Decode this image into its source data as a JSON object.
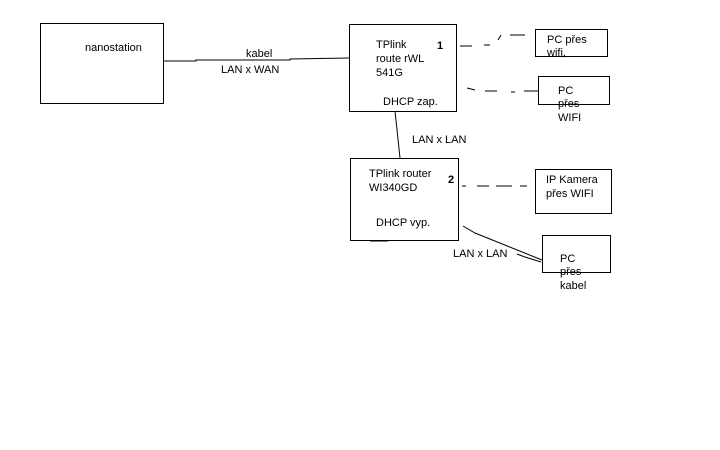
{
  "nodes": {
    "nanostation": {
      "label": "nanostation"
    },
    "router1": {
      "lines": [
        "TPlink",
        "route rWL",
        "541G"
      ],
      "number": "1",
      "dhcp": "DHCP zap."
    },
    "router2": {
      "lines": [
        "TPlink router",
        "WI340GD"
      ],
      "number": "2",
      "dhcp": "DHCP vyp."
    },
    "pc_wifi_1": {
      "lines": [
        "PC přes",
        "wifi,"
      ]
    },
    "pc_wifi_2": {
      "lines": [
        "PC",
        "přes",
        "WIFI"
      ]
    },
    "ip_camera": {
      "lines": [
        "IP Kamera",
        "přes WIFI"
      ]
    },
    "pc_cable": {
      "lines": [
        "PC",
        "přes",
        "kabel"
      ]
    }
  },
  "edges": {
    "nano_router1": {
      "label_top": "kabel",
      "label_bottom": "LAN x WAN",
      "style": "solid"
    },
    "router1_router2": {
      "label": "LAN x LAN",
      "style": "solid"
    },
    "router1_pc_wifi_1": {
      "style": "dashed"
    },
    "router1_pc_wifi_2": {
      "style": "dashed"
    },
    "router2_ip_camera": {
      "style": "dashed"
    },
    "router2_pc_cable": {
      "label": "LAN x LAN",
      "style": "solid"
    }
  }
}
